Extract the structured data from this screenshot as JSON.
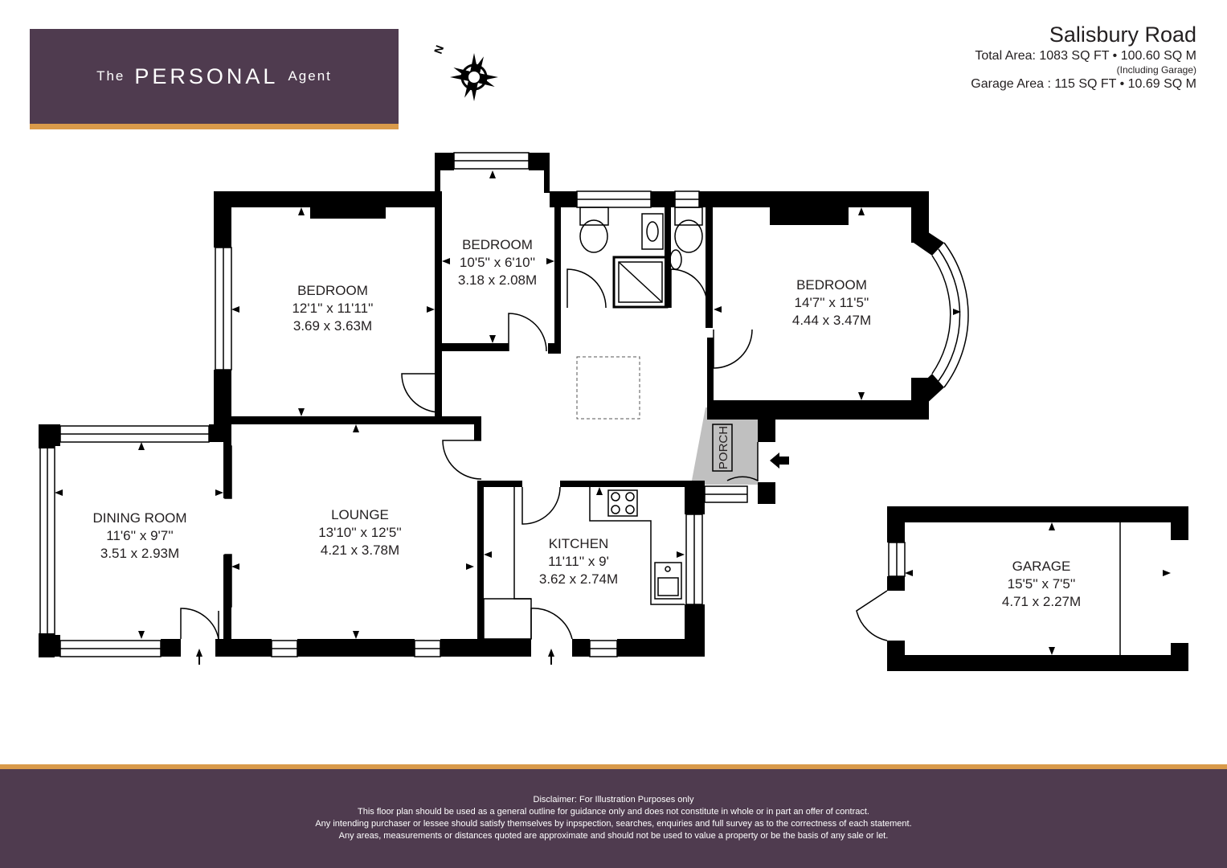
{
  "logo": {
    "prefix": "The",
    "name": "PERSONAL",
    "suffix": "Agent"
  },
  "compass": {
    "label": "N",
    "icon": "compass-rose-icon"
  },
  "header": {
    "title": "Salisbury Road",
    "total_area": "Total Area: 1083 SQ FT • 100.60 SQ M",
    "including_note": "(Including Garage)",
    "garage_area": "Garage Area : 115 SQ FT • 10.69 SQ M"
  },
  "rooms": {
    "bedroom1": {
      "name": "BEDROOM",
      "imperial": "12'1'' x 11'11''",
      "metric": "3.69 x 3.63M"
    },
    "bedroom2": {
      "name": "BEDROOM",
      "imperial": "10'5'' x 6'10''",
      "metric": "3.18 x 2.08M"
    },
    "bedroom3": {
      "name": "BEDROOM",
      "imperial": "14'7'' x 11'5''",
      "metric": "4.44 x 3.47M"
    },
    "dining": {
      "name": "DINING ROOM",
      "imperial": "11'6'' x 9'7''",
      "metric": "3.51 x 2.93M"
    },
    "lounge": {
      "name": "LOUNGE",
      "imperial": "13'10'' x 12'5''",
      "metric": "4.21 x 3.78M"
    },
    "kitchen": {
      "name": "KITCHEN",
      "imperial": "11'11'' x 9'",
      "metric": "3.62 x 2.74M"
    },
    "porch": {
      "name": "PORCH"
    },
    "garage": {
      "name": "GARAGE",
      "imperial": "15'5'' x 7'5''",
      "metric": "4.71 x 2.27M"
    }
  },
  "colors": {
    "brand": "#4f3b4f",
    "accent": "#d99a4a",
    "porch": "#c0c0c0",
    "wall": "#000000"
  },
  "disclaimer": {
    "line1": "Disclaimer: For Illustration Purposes only",
    "line2": "This floor plan should be used as a general outline for guidance only and does not constitute in whole or in part an offer of contract.",
    "line3": "Any intending purchaser or lessee should satisfy themselves by inpspection, searches, enquiries and full survey as to the correctness of each statement.",
    "line4": "Any areas, measurements or distances quoted are approximate and should not be used to value a property or be the basis of any sale or let."
  }
}
